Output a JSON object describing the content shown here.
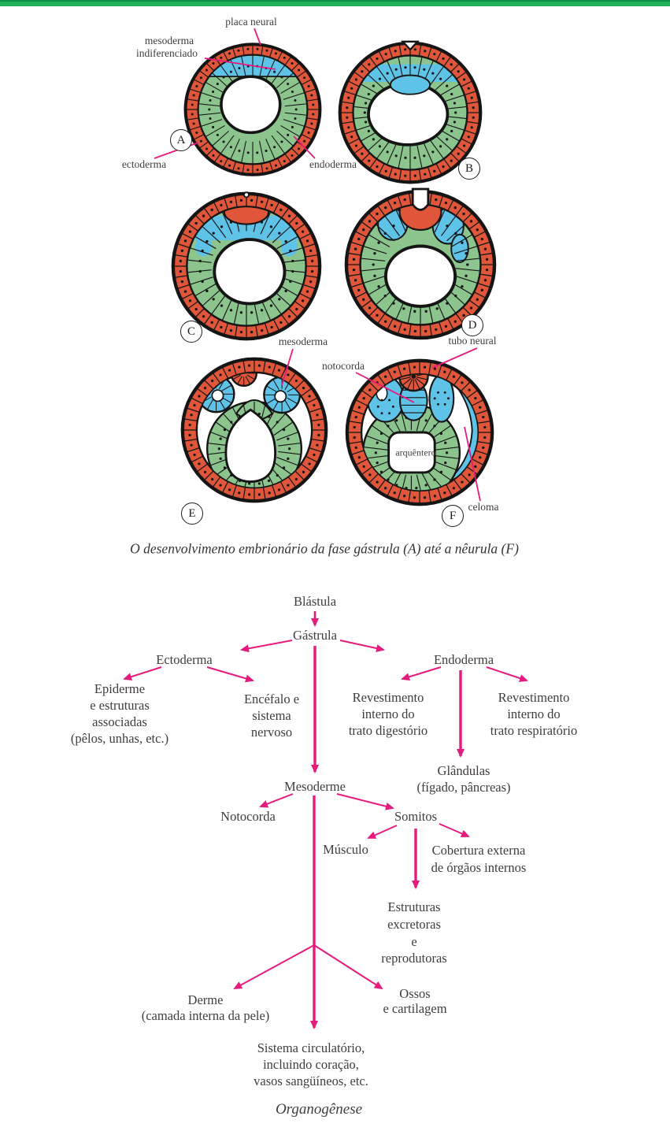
{
  "page": {
    "top_bar_color": "#23b25a",
    "top_bar_edge_color": "#0e8f47",
    "background": "#ffffff"
  },
  "colors": {
    "ectoderm_orange": "#e0563a",
    "endoderm_green": "#8cc48e",
    "mesoderm_blue": "#5fc3e8",
    "outline_black": "#151515",
    "magenta_accent": "#e51b7d",
    "text": "#413d3d"
  },
  "figure": {
    "caption": "O desenvolvimento embrionário da fase gástrula (A) até a nêurula (F)",
    "stage_letters": {
      "a": "A",
      "b": "B",
      "c": "C",
      "d": "D",
      "e": "E",
      "f": "F"
    },
    "labels": {
      "placa_neural": "placa neural",
      "mesoderma_indiferenciado_line1": "mesoderma",
      "mesoderma_indiferenciado_line2": "indiferenciado",
      "ectoderma": "ectoderma",
      "endoderma": "endoderma",
      "mesoderma": "mesoderma",
      "tubo_neural": "tubo neural",
      "notocorda": "notocorda",
      "arquentero": "arquêntero",
      "celoma": "celoma"
    }
  },
  "flowchart": {
    "nodes": {
      "blastula": "Blástula",
      "gastrula": "Gástrula",
      "ectoderma": "Ectoderma",
      "endoderma": "Endoderma",
      "epiderme": [
        "Epiderme",
        "e estruturas",
        "associadas",
        "(pêlos, unhas, etc.)"
      ],
      "encefalo": [
        "Encéfalo e",
        "sistema",
        "nervoso"
      ],
      "revestimento_digestorio": [
        "Revestimento",
        "interno do",
        "trato digestório"
      ],
      "revestimento_respiratorio": [
        "Revestimento",
        "interno do",
        "trato respiratório"
      ],
      "glandulas": [
        "Glândulas",
        "(fígado, pâncreas)"
      ],
      "mesoderme": "Mesoderme",
      "notocorda": "Notocorda",
      "somitos": "Somitos",
      "musculo": "Músculo",
      "cobertura": [
        "Cobertura externa",
        "de órgãos internos"
      ],
      "estruturas": [
        "Estruturas",
        "excretoras",
        "e",
        "reprodutoras"
      ],
      "derme": [
        "Derme",
        "(camada interna da pele)"
      ],
      "ossos": [
        "Ossos",
        "e cartilagem"
      ],
      "sistema_circulatorio": [
        "Sistema circulatório,",
        "incluindo coração,",
        "vasos sangüíneos, etc."
      ],
      "organogenese": "Organogênese"
    }
  }
}
